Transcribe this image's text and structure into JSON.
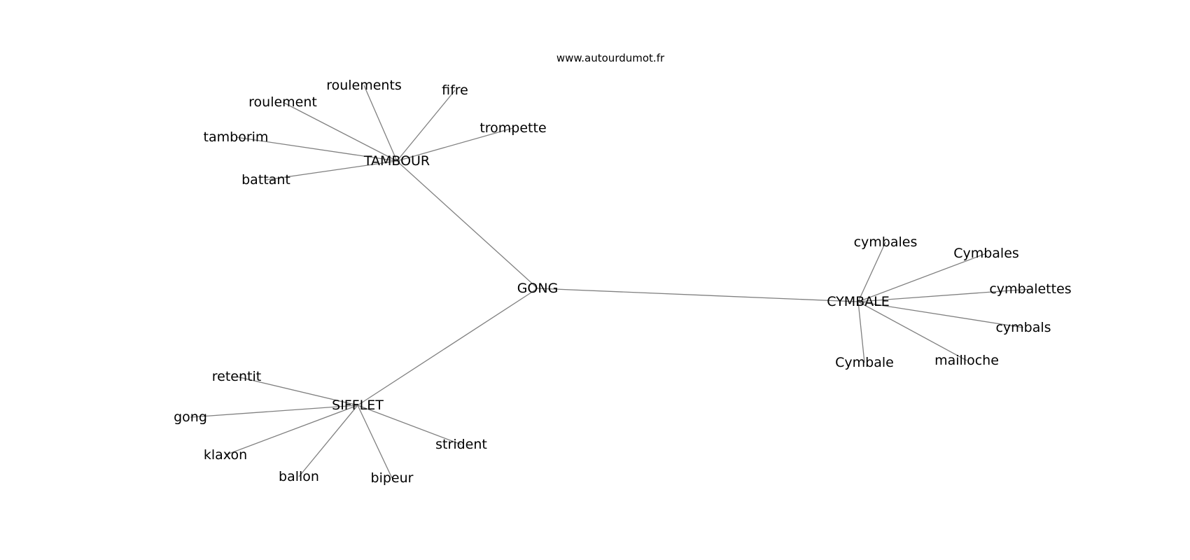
{
  "site": "www.autourdumot.fr",
  "nodes": [
    {
      "id": "gong_center",
      "label": "GONG"
    },
    {
      "id": "tambour",
      "label": "TAMBOUR"
    },
    {
      "id": "sifflet",
      "label": "SIFFLET"
    },
    {
      "id": "cymbale_hub",
      "label": "CYMBALE"
    },
    {
      "id": "roulements",
      "label": "roulements"
    },
    {
      "id": "fifre",
      "label": "fifre"
    },
    {
      "id": "roulement",
      "label": "roulement"
    },
    {
      "id": "trompette",
      "label": "trompette"
    },
    {
      "id": "tamborim",
      "label": "tamborim"
    },
    {
      "id": "battant",
      "label": "battant"
    },
    {
      "id": "cymbales",
      "label": "cymbales"
    },
    {
      "id": "cymbales_cap",
      "label": "Cymbales"
    },
    {
      "id": "cymbalettes",
      "label": "cymbalettes"
    },
    {
      "id": "cymbals",
      "label": "cymbals"
    },
    {
      "id": "mailloche",
      "label": "mailloche"
    },
    {
      "id": "cymbale_cap",
      "label": "Cymbale"
    },
    {
      "id": "retentit",
      "label": "retentit"
    },
    {
      "id": "gong_leaf",
      "label": "gong"
    },
    {
      "id": "klaxon",
      "label": "klaxon"
    },
    {
      "id": "ballon",
      "label": "ballon"
    },
    {
      "id": "bipeur",
      "label": "bipeur"
    },
    {
      "id": "strident",
      "label": "strident"
    }
  ],
  "edges": [
    [
      "gong_center",
      "tambour"
    ],
    [
      "gong_center",
      "sifflet"
    ],
    [
      "gong_center",
      "cymbale_hub"
    ],
    [
      "tambour",
      "roulements"
    ],
    [
      "tambour",
      "fifre"
    ],
    [
      "tambour",
      "roulement"
    ],
    [
      "tambour",
      "trompette"
    ],
    [
      "tambour",
      "tamborim"
    ],
    [
      "tambour",
      "battant"
    ],
    [
      "cymbale_hub",
      "cymbales"
    ],
    [
      "cymbale_hub",
      "cymbales_cap"
    ],
    [
      "cymbale_hub",
      "cymbalettes"
    ],
    [
      "cymbale_hub",
      "cymbals"
    ],
    [
      "cymbale_hub",
      "mailloche"
    ],
    [
      "cymbale_hub",
      "cymbale_cap"
    ],
    [
      "sifflet",
      "retentit"
    ],
    [
      "sifflet",
      "gong_leaf"
    ],
    [
      "sifflet",
      "klaxon"
    ],
    [
      "sifflet",
      "ballon"
    ],
    [
      "sifflet",
      "bipeur"
    ],
    [
      "sifflet",
      "strident"
    ]
  ]
}
